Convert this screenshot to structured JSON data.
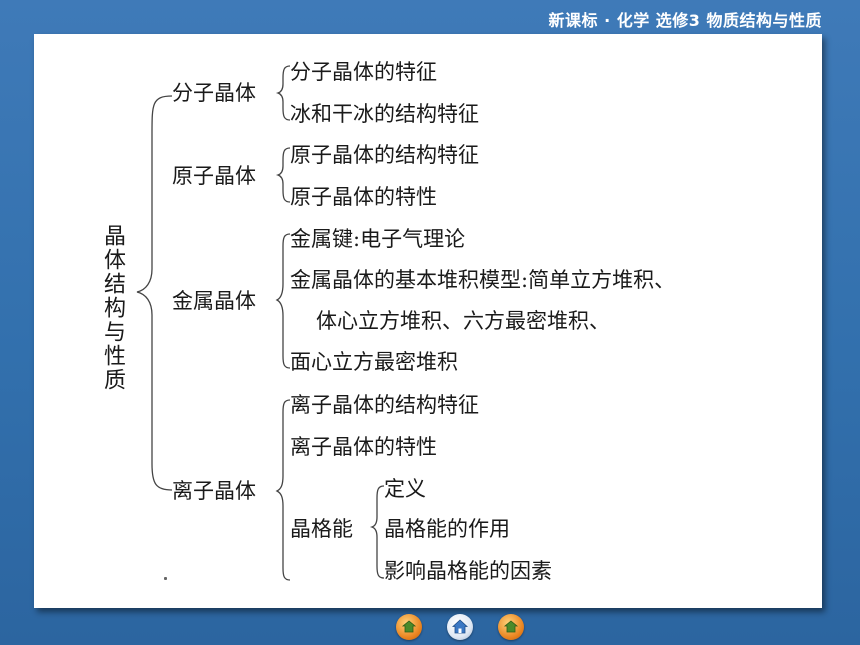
{
  "header": {
    "title": "新课标 · 化学  选修3  物质结构与性质"
  },
  "diagram": {
    "root": "晶体结构与性质",
    "groups": [
      {
        "label": "分子晶体",
        "items": [
          "分子晶体的特征",
          "冰和干冰的结构特征"
        ]
      },
      {
        "label": "原子晶体",
        "items": [
          "原子晶体的结构特征",
          "原子晶体的特性"
        ]
      },
      {
        "label": "金属晶体",
        "items": [
          "金属键:电子气理论",
          "金属晶体的基本堆积模型:简单立方堆积、",
          "体心立方堆积、六方最密堆积、",
          "面心立方最密堆积"
        ]
      },
      {
        "label": "离子晶体",
        "items": [
          "离子晶体的结构特征",
          "离子晶体的特性"
        ],
        "sub": {
          "label": "晶格能",
          "items": [
            "定义",
            "晶格能的作用",
            "影响晶格能的因素"
          ]
        }
      }
    ]
  },
  "nav": {
    "buttons": [
      {
        "icon": "home-back-icon",
        "color": "#e8821e"
      },
      {
        "icon": "home-icon",
        "color": "#dfe8f4"
      },
      {
        "icon": "forward-icon",
        "color": "#e8821e"
      }
    ]
  }
}
